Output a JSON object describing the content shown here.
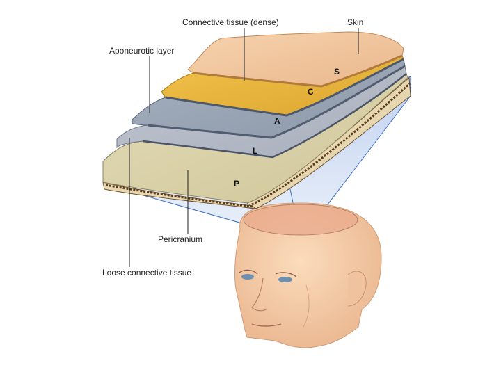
{
  "labels": {
    "connective_dense": "Connective tissue (dense)",
    "skin": "Skin",
    "aponeurotic": "Aponeurotic layer",
    "pericranium": "Pericranium",
    "loose_connective": "Loose connective tissue"
  },
  "layer_letters": {
    "s": "S",
    "c": "C",
    "a": "A",
    "l": "L",
    "p": "P"
  },
  "colors": {
    "skin": "#f2c49a",
    "connective": "#e9b43a",
    "aponeurotic": "#98a4b4",
    "loose": "#b3bac6",
    "pericranium": "#d8d0a6",
    "bone": "#e6d7b0",
    "projection": "#c9d8f2",
    "face": "#f4cda8"
  }
}
